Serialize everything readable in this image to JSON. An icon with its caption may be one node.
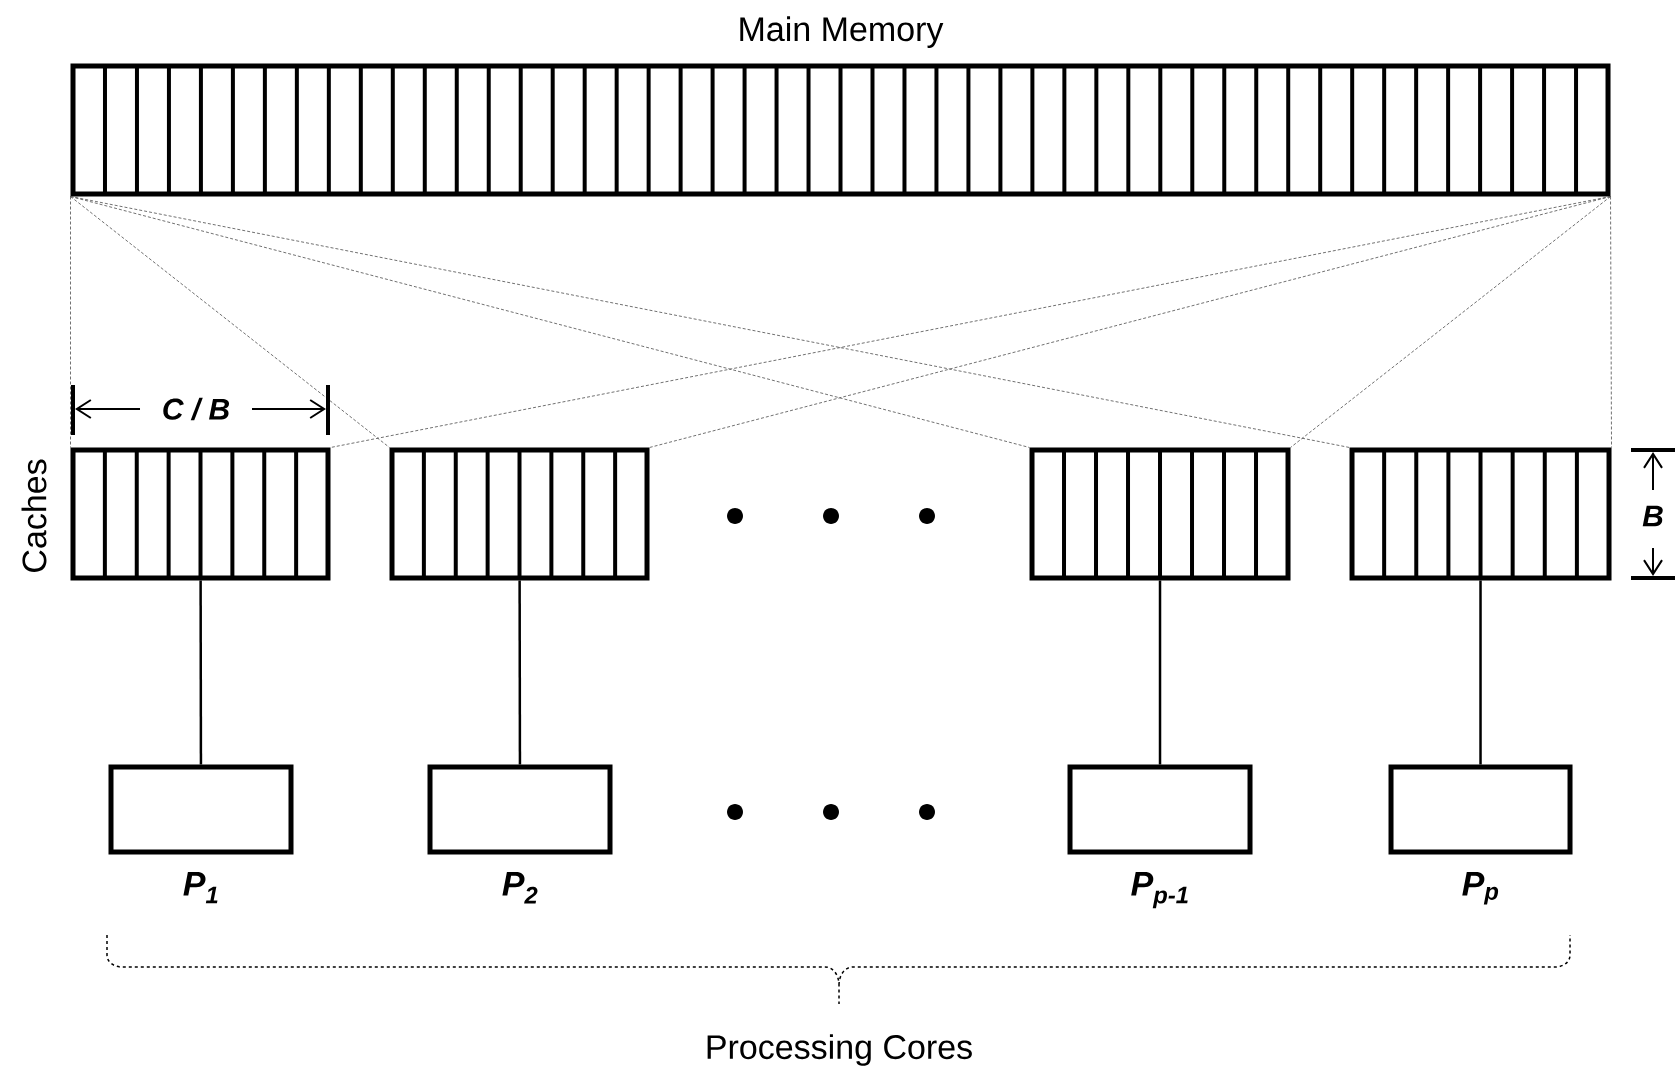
{
  "diagram": {
    "nodes": [
      {
        "text": [
          "Main Memory"
        ]
      },
      {
        "text": [],
        "shape": "box"
      },
      {
        "text": [],
        "shape": "box"
      },
      {
        "text": [],
        "shape": "box"
      },
      {
        "text": [],
        "shape": "box"
      },
      {
        "text": [
          "P$_{1}$"
        ]
      },
      {
        "text": [
          "P$_{2}$"
        ]
      },
      {
        "text": [
          "P$_{p-1}$"
        ]
      },
      {
        "text": [
          "P$_{p}$"
        ]
      }
    ],
    "edges": [
      {
        "from": 0,
        "to": 1,
        "arrow": "none",
        "style": "dashed"
      },
      {
        "from": 0,
        "to": 1,
        "arrow": "none",
        "style": "dashed"
      },
      {
        "from": 0,
        "to": 2,
        "arrow": "none",
        "style": "dashed"
      },
      {
        "from": 0,
        "to": 2,
        "arrow": "none",
        "style": "dashed"
      },
      {
        "from": 0,
        "to": 3,
        "arrow": "none",
        "style": "dashed"
      },
      {
        "from": 0,
        "to": 3,
        "arrow": "none",
        "style": "dashed"
      },
      {
        "from": 0,
        "to": 4,
        "arrow": "none",
        "style": "dashed"
      },
      {
        "from": 0,
        "to": 4,
        "arrow": "none",
        "style": "dashed"
      },
      {
        "from": 1,
        "to": 5,
        "arrow": "none"
      },
      {
        "from": 2,
        "to": 6,
        "arrow": "none"
      },
      {
        "from": 3,
        "to": 7,
        "arrow": "none"
      },
      {
        "from": 4,
        "to": 8,
        "arrow": "none"
      }
    ],
    "labels": [
      "Caches",
      "C / B",
      "B",
      "Processing Cores"
    ]
  }
}
